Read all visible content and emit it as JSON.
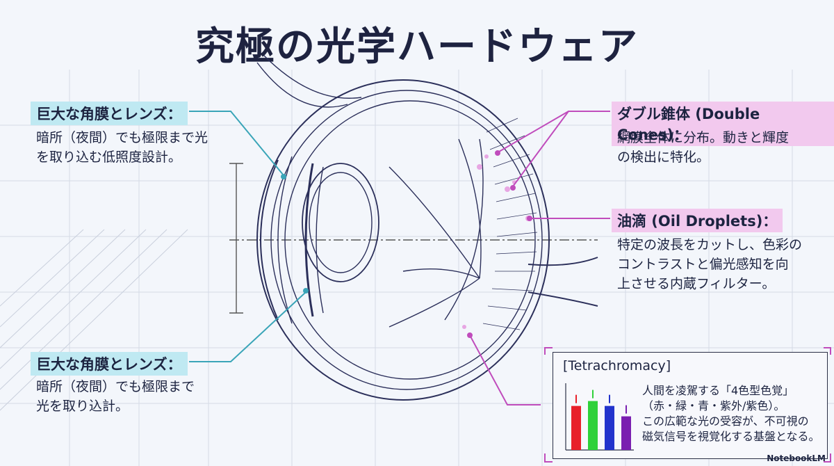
{
  "title": "究極の光学ハードウェア",
  "annotations": {
    "cornea_top": {
      "label": "巨大な角膜とレンズ：",
      "desc": "暗所（夜間）でも極限まで光\nを取り込む低照度設計。"
    },
    "cornea_bottom": {
      "label": "巨大な角膜とレンズ：",
      "desc": "暗所（夜間）でも極限まで\n光を取り込計。"
    },
    "double_cones": {
      "label": "ダブル錐体 (Double Cones)：",
      "desc": "網膜全体に分布。動きと輝度\nの検出に特化。"
    },
    "oil_droplets": {
      "label": "油滴 (Oil Droplets)：",
      "desc": "特定の波長をカットし、色彩の\nコントラストと偏光感知を向\n上させる内蔵フィルター。"
    }
  },
  "tetra_box": {
    "title": "[Tetrachromacy]",
    "text": "人間を凌駕する「4色型色覚」\n（赤・緑・青・紫外/紫色）。\nこの広範な光の受容が、不可視の\n磁気信号を視覚化する基盤となる。"
  },
  "chart_data": {
    "type": "bar",
    "categories": [
      "",
      "",
      "",
      ""
    ],
    "values": [
      0.72,
      0.8,
      0.72,
      0.55
    ],
    "colors": [
      "#e8202a",
      "#2fd13a",
      "#2233cc",
      "#7a1fb0"
    ]
  },
  "brand": "NotebookLM"
}
